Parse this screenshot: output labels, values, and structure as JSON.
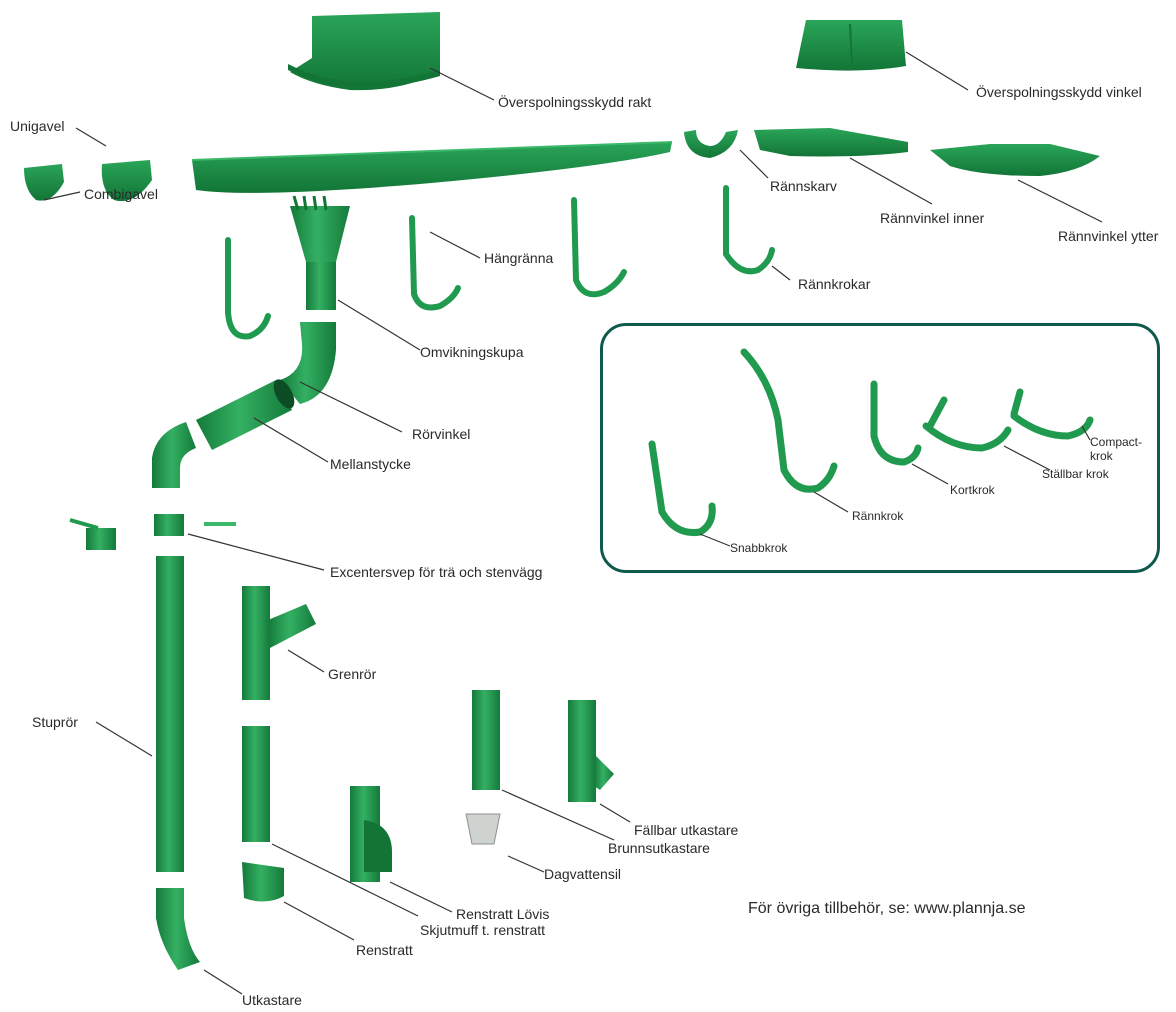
{
  "colors": {
    "part": "#1f9a4e",
    "part_dark": "#147a3b",
    "part_light": "#3cb86a",
    "leader": "#333333",
    "inset_border": "#0e5a4c"
  },
  "labels": {
    "overspolningsskydd_rakt": "Överspolningsskydd rakt",
    "overspolningsskydd_vinkel": "Överspolningsskydd vinkel",
    "unigavel": "Unigavel",
    "combigavel": "Combigavel",
    "hangranna": "Hängränna",
    "rannskarv": "Rännskarv",
    "rannvinkel_inner": "Rännvinkel inner",
    "rannvinkel_ytter": "Rännvinkel ytter",
    "rannkrokar": "Rännkrokar",
    "omvikningskupa": "Omvikningskupa",
    "rorvinkel": "Rörvinkel",
    "mellanstycke": "Mellanstycke",
    "excentersvep": "Excentersvep för trä och stenvägg",
    "grenror": "Grenrör",
    "stupror": "Stuprör",
    "fallbar_utkastare": "Fällbar utkastare",
    "brunnsutkastare": "Brunnsutkastare",
    "dagvattensil": "Dagvattensil",
    "renstratt_lovis": "Renstratt Lövis",
    "skjutmuff": "Skjutmuff t. renstratt",
    "renstratt": "Renstratt",
    "utkastare": "Utkastare"
  },
  "inset": {
    "snabbkrok": "Snabbkrok",
    "rannkrok": "Rännkrok",
    "kortkrok": "Kortkrok",
    "stallbar_krok": "Ställbar krok",
    "compact_krok_line1": "Compact-",
    "compact_krok_line2": "krok"
  },
  "footer": {
    "note": "För övriga tillbehör, se: www.plannja.se"
  }
}
